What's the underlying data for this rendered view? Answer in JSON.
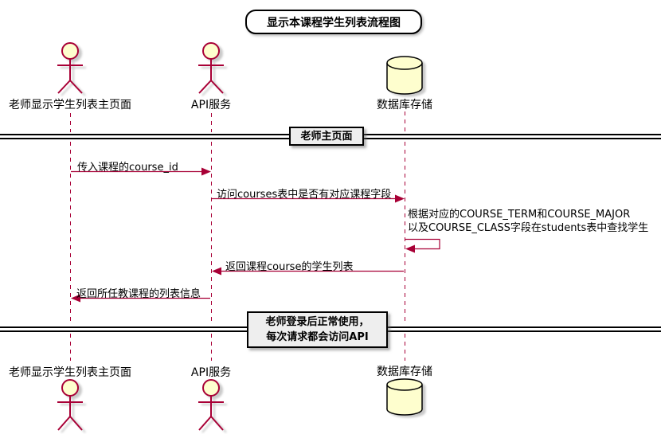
{
  "diagram": {
    "title": "显示本课程学生列表流程图",
    "participants": [
      {
        "name": "老师显示学生列表主页面",
        "type": "actor"
      },
      {
        "name": "API服务",
        "type": "actor"
      },
      {
        "name": "数据库存储",
        "type": "database"
      }
    ],
    "dividers": [
      {
        "label": "老师主页面"
      },
      {
        "label_line1": "老师登录后正常使用，",
        "label_line2": "每次请求都会访问API"
      }
    ],
    "messages": [
      {
        "from": "老师显示学生列表主页面",
        "to": "API服务",
        "text": "传入课程的course_id"
      },
      {
        "from": "API服务",
        "to": "数据库存储",
        "text": "访问courses表中是否有对应课程字段"
      },
      {
        "from": "数据库存储",
        "to": "数据库存储",
        "text_line1": "根据对应的COURSE_TERM和COURSE_MAJOR",
        "text_line2": "以及COURSE_CLASS字段在students表中查找学生"
      },
      {
        "from": "数据库存储",
        "to": "API服务",
        "text": "返回课程course的学生列表"
      },
      {
        "from": "API服务",
        "to": "老师显示学生列表主页面",
        "text": "返回所任教课程的列表信息"
      }
    ],
    "colors": {
      "line": "#A80036",
      "participant_fill": "#FEFECE",
      "divider_fill": "#EEEEEE",
      "border": "#000000"
    }
  }
}
